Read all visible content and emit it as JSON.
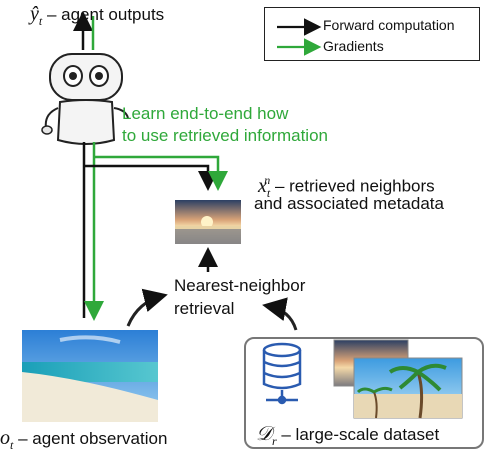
{
  "legend": {
    "forward_label": "Forward computation",
    "gradients_label": "Gradients",
    "forward_color": "#111111",
    "gradient_color": "#2fa83a"
  },
  "agent_outputs": {
    "symbol": "ŷt",
    "text": "– agent outputs"
  },
  "learn_text": {
    "line1": "Learn end-to-end how",
    "line2": "to use retrieved information"
  },
  "retrieved": {
    "symbol": "xtn",
    "line1": "– retrieved neighbors",
    "line2": "and associated metadata"
  },
  "nn_retrieval": {
    "line1": "Nearest-neighbor",
    "line2": "retrieval"
  },
  "observation": {
    "symbol": "ot",
    "text": "– agent observation"
  },
  "dataset": {
    "symbol": "Dr",
    "text": "– large-scale dataset"
  },
  "icons": [
    "robot-agent-icon",
    "database-icon",
    "beach-photo",
    "sunset-photo",
    "palm-photo"
  ]
}
